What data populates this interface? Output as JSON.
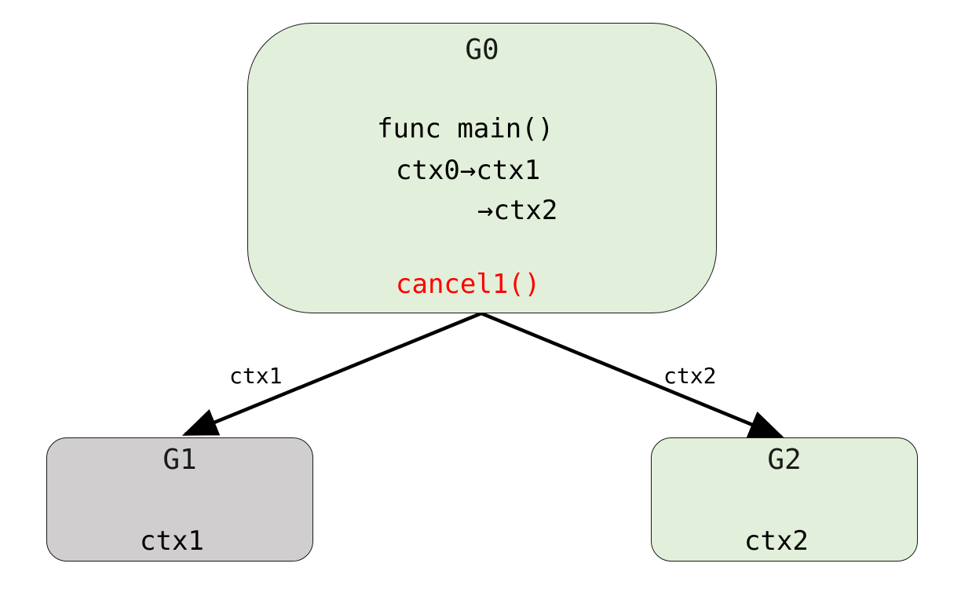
{
  "nodes": {
    "g0": {
      "title": "G0",
      "line1": "func main()",
      "line2": "ctx0→ctx1",
      "line3": "→ctx2",
      "line4": "cancel1()",
      "fill": "#e2efda",
      "cancel_color": "#ff0000"
    },
    "g1": {
      "title": "G1",
      "ctx": "ctx1",
      "fill": "#d0cece"
    },
    "g2": {
      "title": "G2",
      "ctx": "ctx2",
      "fill": "#e2efda"
    }
  },
  "edges": {
    "left_label": "ctx1",
    "right_label": "ctx2"
  }
}
